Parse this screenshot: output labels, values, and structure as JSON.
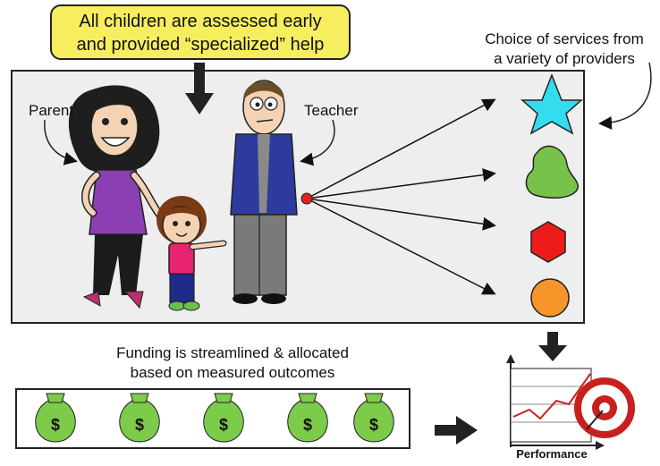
{
  "callout": {
    "line1": "All children are assessed early",
    "line2": "and provided “specialized” help"
  },
  "labels": {
    "parent": "Parent",
    "teacher": "Teacher",
    "services_line1": "Choice of services from",
    "services_line2": "a variety of providers",
    "funding_line1": "Funding is streamlined & allocated",
    "funding_line2": "based on measured outcomes",
    "performance": "Performance"
  },
  "money_bag_symbol": "$",
  "colors": {
    "callout_bg": "#f7ee5f",
    "panel_bg": "#eeeeee",
    "star": "#33ddee",
    "blob": "#77c24a",
    "hexagon": "#ee1b1b",
    "circle": "#f7952a",
    "bag": "#7ccb4a",
    "target": "#c8201e"
  }
}
